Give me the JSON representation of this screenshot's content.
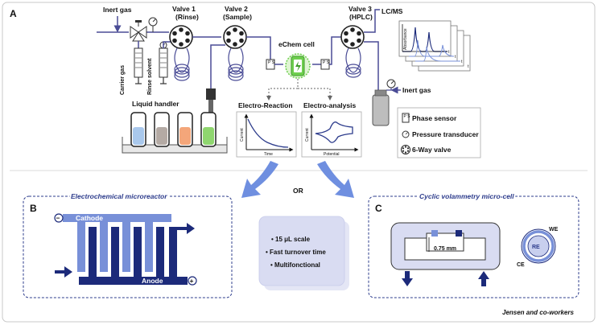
{
  "figure": {
    "panel_a": "A",
    "panel_b": "B",
    "panel_c": "C",
    "credit": "Jensen and co-workers",
    "or_label": "OR",
    "colors": {
      "tube": "#4a4c96",
      "dark_blue": "#1c2a7a",
      "light_blue": "#7890d8",
      "arrow_blue": "#6f8fe0",
      "green": "#6fcf4f",
      "chip_bg": "#d9dcf2"
    }
  },
  "panel_a": {
    "inert_gas_in": "Inert gas",
    "carrier_gas": "Carrier gas",
    "rinse_solvent": "Rinse solvent",
    "valve1_line1": "Valve 1",
    "valve1_line2": "(Rinse)",
    "valve2_line1": "Valve 2",
    "valve2_line2": "(Sample)",
    "echem_cell": "eChem cell",
    "valve3_line1": "Valve 3",
    "valve3_line2": "(HPLC)",
    "lcms": "LC/MS",
    "absorbance": "Absorbance",
    "t_axis": "t",
    "inert_gas_out": "Inert gas",
    "liquid_handler": "Liquid handler",
    "electro_reaction": "Electro-Reaction",
    "electro_analysis": "Electro-analysis",
    "er_ylabel": "Current",
    "er_xlabel": "Time",
    "ea_ylabel": "Current",
    "ea_xlabel": "Potential",
    "legend": [
      {
        "icon": "phase-sensor-icon",
        "label": "Phase sensor"
      },
      {
        "icon": "pressure-transducer-icon",
        "label": "Pressure transducer"
      },
      {
        "icon": "six-way-valve-icon",
        "label": "6-Way valve"
      }
    ],
    "ps_glyph": "P S"
  },
  "panel_b": {
    "title": "Electrochemical microreactor",
    "cathode": "Cathode",
    "anode": "Anode",
    "minus": "−",
    "plus": "+"
  },
  "center_box": {
    "features": [
      "• 15 μL scale",
      "• Fast turnover time",
      "• Multifonctional"
    ]
  },
  "panel_c": {
    "title": "Cyclic volammetry micro-cell",
    "gap": "0.75 mm",
    "re": "RE",
    "we": "WE",
    "ce": "CE"
  }
}
